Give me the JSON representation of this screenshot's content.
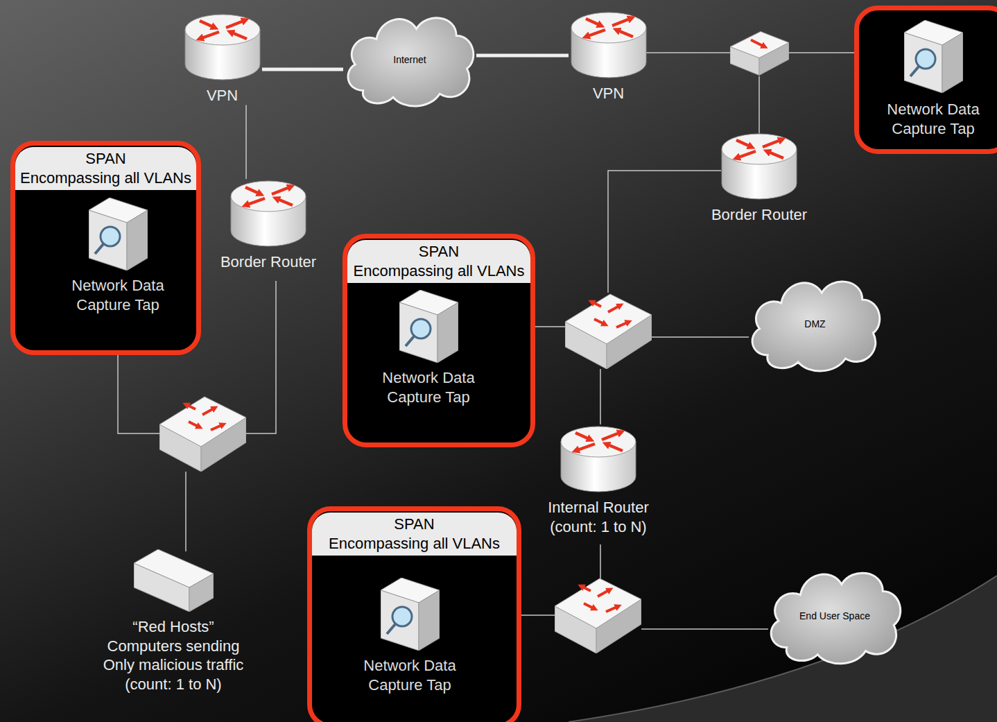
{
  "diagram": {
    "nodes": [
      {
        "text": [
          "VPN"
        ]
      },
      {
        "text": [
          "Internet"
        ]
      },
      {
        "text": [
          "VPN"
        ]
      },
      {
        "text": [
          "Network Data Capture Tap"
        ]
      },
      {
        "text": [
          "SPAN Encompassing all VLANs"
        ]
      },
      {
        "text": [
          "Network Data Capture Tap"
        ],
        "in": 4
      },
      {
        "text": [
          "Border Router"
        ]
      },
      {
        "text": [
          "Border Router"
        ]
      },
      {
        "text": [
          "SPAN Encompassing all VLANs"
        ]
      },
      {
        "text": [
          "Network Data Capture Tap"
        ],
        "in": 8
      },
      {
        "text": [
          "DMZ"
        ]
      },
      {
        "text": [
          "Internal Router (count: 1 to N)"
        ]
      },
      {
        "text": [
          "SPAN Encompassing all VLANs"
        ]
      },
      {
        "text": [
          "Network Data Capture Tap"
        ],
        "in": 12
      },
      {
        "text": [
          "End User Space"
        ]
      },
      {
        "text": [
          "“Red Hosts” Computers sending Only malicious traffic (count: 1 to N)"
        ]
      }
    ],
    "edges": [
      {
        "from": 0,
        "to": 1,
        "arrow": "none"
      },
      {
        "from": 1,
        "to": 2,
        "arrow": "none"
      },
      {
        "from": 0,
        "to": 7,
        "arrow": "none"
      }
    ]
  }
}
